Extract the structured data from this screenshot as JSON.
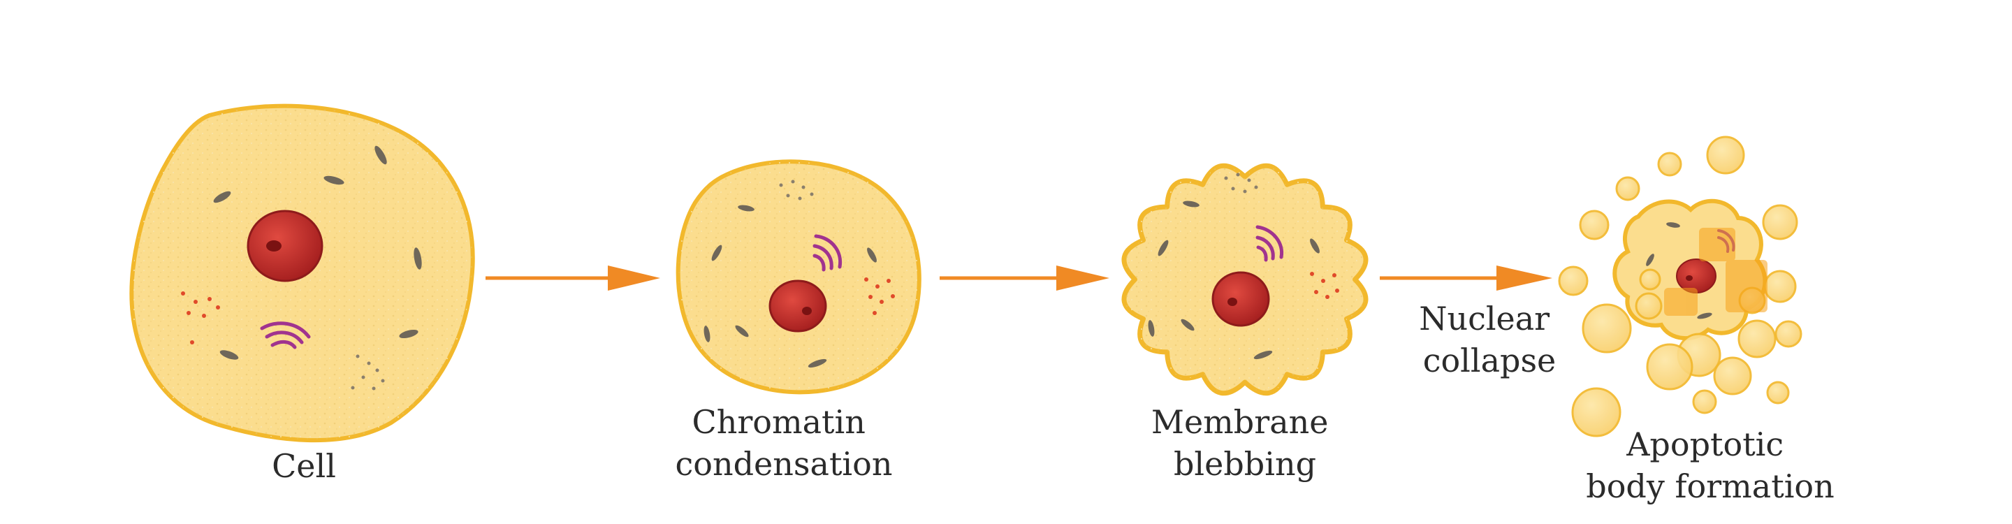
{
  "diagram": {
    "stages": [
      {
        "label_lines": [
          "Cell"
        ]
      },
      {
        "label_lines": [
          "Chromatin",
          "condensation"
        ]
      },
      {
        "label_lines": [
          "Membrane",
          "blebbing"
        ]
      },
      {
        "label_lines": [
          "Apoptotic",
          "body formation"
        ]
      }
    ],
    "transitions": [
      {
        "label_lines": []
      },
      {
        "label_lines": []
      },
      {
        "label_lines": [
          "Nuclear",
          "collapse"
        ]
      }
    ]
  },
  "colors": {
    "cytoplasm": "#fbdd8e",
    "membrane": "#f2b82c",
    "nucleus": "#c8302e",
    "nucleolus": "#8c1515",
    "golgi": "#a0338f",
    "mitochondria": "#6f675a",
    "vesicle_dots": "#e04a2a",
    "arrow": "#f08a24",
    "label": "#2b2b2b",
    "apoptotic_body": "#fcd67a",
    "apoptotic_overlay": "#f7a21b"
  },
  "icons": [
    "cell-icon",
    "condensed-cell-icon",
    "blebbing-cell-icon",
    "apoptotic-bodies-icon",
    "arrow-right-icon"
  ]
}
